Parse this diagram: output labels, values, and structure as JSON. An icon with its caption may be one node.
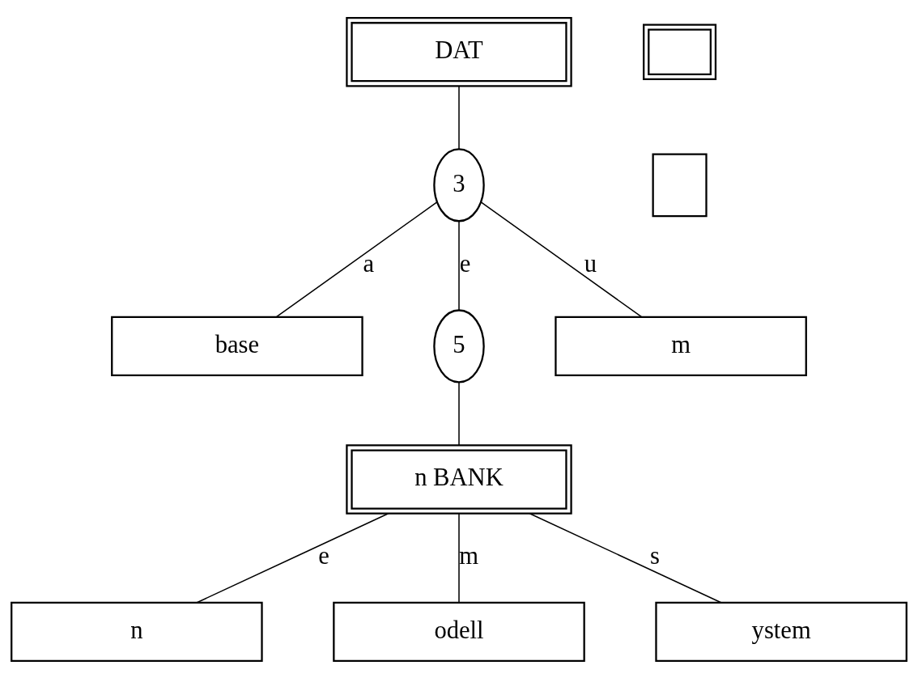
{
  "diagram": {
    "nodes": [
      {
        "text": [
          "DAT"
        ]
      },
      {
        "text": [
          "3"
        ]
      },
      {
        "text": [
          "base"
        ]
      },
      {
        "text": [
          "5"
        ]
      },
      {
        "text": [
          "m"
        ]
      },
      {
        "text": [
          "n BANK"
        ]
      },
      {
        "text": [
          "n"
        ]
      },
      {
        "text": [
          "odell"
        ]
      },
      {
        "text": [
          "ystem"
        ]
      },
      {
        "text": [],
        "shape": "box"
      },
      {
        "text": [],
        "shape": "box"
      }
    ],
    "edges": [
      {
        "from": 0,
        "to": 1,
        "arrow": "none"
      },
      {
        "from": 1,
        "to": 2,
        "label": "a",
        "arrow": "none"
      },
      {
        "from": 1,
        "to": 3,
        "label": "e",
        "arrow": "none"
      },
      {
        "from": 1,
        "to": 4,
        "label": "u",
        "arrow": "none"
      },
      {
        "from": 3,
        "to": 5,
        "arrow": "none"
      },
      {
        "from": 5,
        "to": 6,
        "label": "e",
        "arrow": "none"
      },
      {
        "from": 5,
        "to": 7,
        "label": "m",
        "arrow": "none"
      },
      {
        "from": 5,
        "to": 8,
        "label": "s",
        "arrow": "none"
      }
    ]
  }
}
